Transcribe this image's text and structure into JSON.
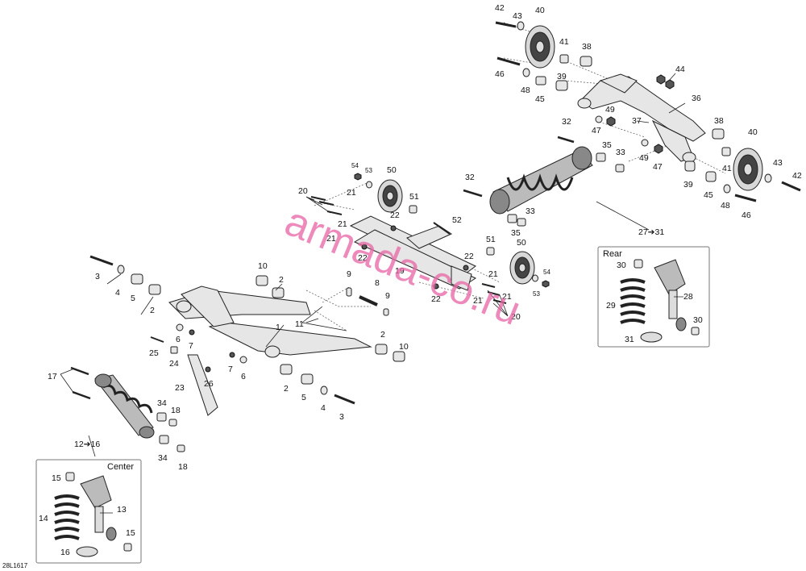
{
  "diagram": {
    "ref_code": "28L1617",
    "watermark": "armada-co.ru",
    "callouts": {
      "c42a": "42",
      "c43a": "43",
      "c40a": "40",
      "c41a": "41",
      "c38a": "38",
      "c46a": "46",
      "c39a": "39",
      "c48a": "48",
      "c45a": "45",
      "c44": "44",
      "c36": "36",
      "c49a": "49",
      "c47a": "47",
      "c37": "37",
      "c38b": "38",
      "c32a": "32",
      "c35a": "35",
      "c33a": "33",
      "c40b": "40",
      "c49b": "49",
      "c47b": "47",
      "c41b": "41",
      "c43b": "43",
      "c42b": "42",
      "c39b": "39",
      "c45b": "45",
      "c48b": "48",
      "c46b": "46",
      "c54a": "54",
      "c53a": "53",
      "c50a": "50",
      "c51a": "51",
      "c20a": "20",
      "c21a": "21",
      "c22a": "22",
      "c21b": "21",
      "c21c": "21",
      "c32b": "32",
      "c33b": "33",
      "c35b": "35",
      "c52": "52",
      "c19": "19",
      "c22b": "22",
      "c22c": "22",
      "c51b": "51",
      "c50b": "50",
      "c54b": "54",
      "c53b": "53",
      "c21d": "21",
      "c21e": "21",
      "c22d": "22",
      "c21f": "21",
      "c20b": "20",
      "c3a": "3",
      "c4a": "4",
      "c5a": "5",
      "c2a": "2",
      "c10a": "10",
      "c2b": "2",
      "c9a": "9",
      "c8": "8",
      "c9b": "9",
      "c11": "11",
      "c1": "1",
      "c6a": "6",
      "c7a": "7",
      "c25": "25",
      "c24": "24",
      "c7b": "7",
      "c6b": "6",
      "c26": "26",
      "c23": "23",
      "c2c": "2",
      "c10b": "10",
      "c2d": "2",
      "c5b": "5",
      "c4b": "4",
      "c3b": "3",
      "c17": "17",
      "c34a": "34",
      "c18a": "18",
      "c34b": "34",
      "c18b": "18",
      "c12_16": "12➔16",
      "c27_31": "27➔31",
      "c15a": "15",
      "c14": "14",
      "c13": "13",
      "c15b": "15",
      "c16": "16",
      "c30a": "30",
      "c29": "29",
      "c28": "28",
      "c30b": "30",
      "c31": "31"
    },
    "inset_center": {
      "title": "Center"
    },
    "inset_rear": {
      "title": "Rear"
    }
  }
}
